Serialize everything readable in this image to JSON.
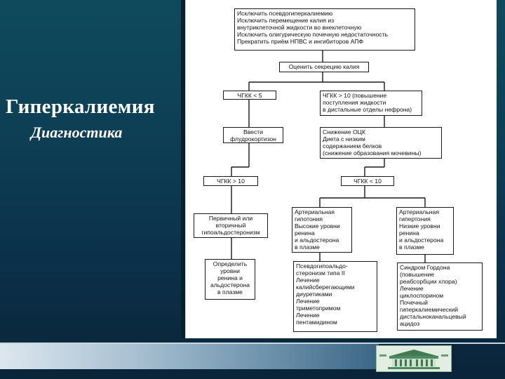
{
  "slide": {
    "title": "Гиперкалиемия",
    "subtitle": "Диагностика"
  },
  "flowchart": {
    "top_box": "Исключить псевдогиперкалиемию\nИсключить перемещение калия из\nвнутриклеточной жидкости во внеклеточную\nИсключить олигурическую почечную недостаточность\nПрекратить приём НПВС и ингибиторов АПФ",
    "assess": "Оценить секрецию калия",
    "tkgg_low": "ЧГКК < 5",
    "tkgg_high": "ЧГКК > 10 (повышение\nпоступления жидкости\nв дистальные отделы нефрона)",
    "fludro": "Ввести\nфлудрокортизон",
    "reduce_ecv": "Снижение ОЦК\nДиета с низким\nсодержанием белков\n(снижение образования мочевины)",
    "after_gt10": "ЧГКК > 10",
    "after_lt10": "ЧГКК < 10",
    "primary": "Первичный или\nвторичный\nгипоальдостеронизм",
    "hypotension": "Артериальная\nгипотония\nВысокие уровни\nренина\nи альдостерона\nв плазме",
    "hypertension": "Артериальная\nгипертония\nНизкие уровни\nренина\nи альдостерона\nв плазме",
    "measure": "Определить\nуровни\nренина и\nальдостерона\nв плазме",
    "pha2": "Псевдогипоальдо-\nстеронизм типа II\nЛечение\nкалийсберегающими\nдиуретиками\nЛечение\nтриметопримом\nЛечение\nпентамидином",
    "gordon": "Синдром Гордона\n(повышение\nреабсорбции хлора)\nЛечение\nциклоспорином\nПочечный\nгиперкалиемический\nдистальноканальцевый\nацидоз"
  },
  "colors": {
    "background": "#0d3f55",
    "panel": "#ffffff",
    "box_border": "#1a1a1a"
  }
}
